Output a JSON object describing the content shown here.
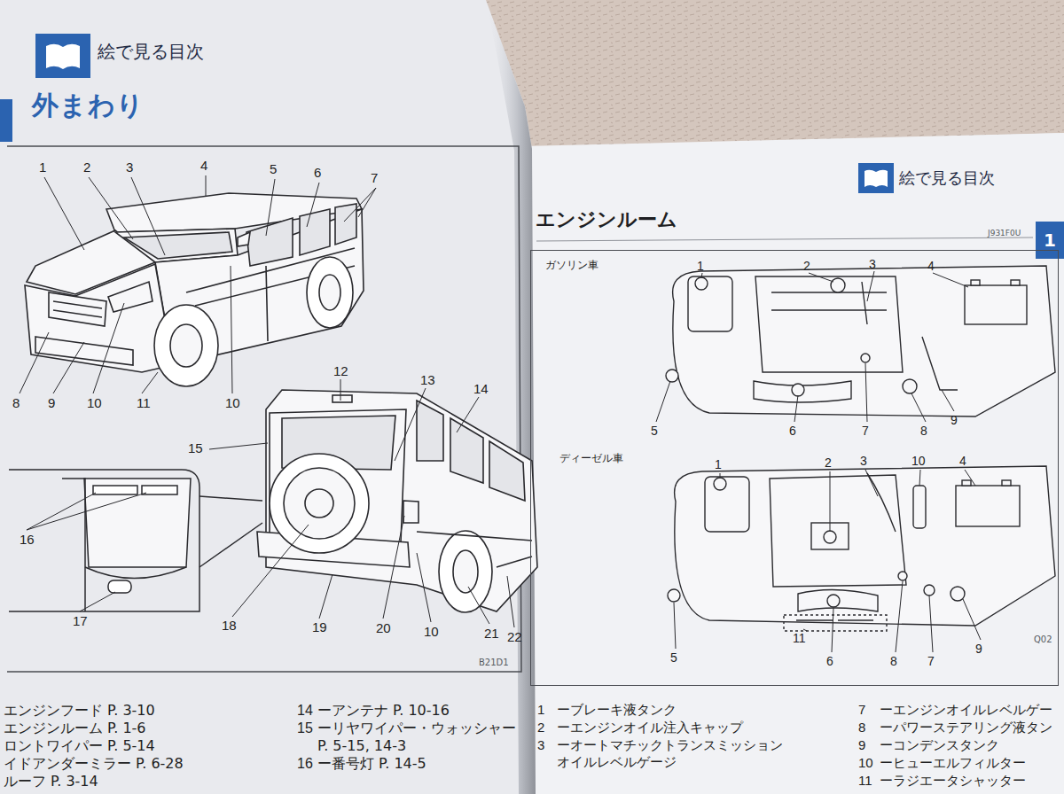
{
  "diagram": {
    "nodes": [
      {
        "text": [
          "1"
        ]
      },
      {
        "text": [
          "ガソリン車",
          "ディーゼル車"
        ]
      }
    ],
    "labels": [
      "絵で見る目次",
      "外まわり",
      "1",
      "2",
      "3",
      "4",
      "5",
      "6",
      "7",
      "8",
      "9",
      "10",
      "11",
      "10",
      "12",
      "13",
      "14",
      "15",
      "16",
      "17",
      "18",
      "19",
      "20",
      "10",
      "21",
      "22",
      "B21D1",
      "絵で見る目次",
      "エンジンルーム",
      "J931F0U",
      "1",
      "2",
      "3",
      "4",
      "5",
      "6",
      "7",
      "8",
      "9",
      "1",
      "2",
      "3",
      "10",
      "4",
      "5",
      "11",
      "6",
      "8",
      "7",
      "9",
      "Q02",
      "エンジンフード P. 3-10",
      "エンジンルーム P. 1-6",
      "ロントワイパー P. 5-14",
      "イドアンダーミラー P. 6-28",
      "ルーフ P. 3-14",
      "14",
      "ーアンテナ P. 10-16",
      "15",
      "ーリヤワイパー・ウォッシャー P. 5-15, 14-3",
      "16",
      "ー番号灯 P. 14-5",
      "1",
      "ーブレーキ液タンク",
      "2",
      "ーエンジンオイル注入キャップ",
      "3",
      "ーオートマチックトランスミッション オイルレベルゲージ",
      "7",
      "ーエンジンオイルレベルゲー",
      "8",
      "ーパワーステアリング液タン",
      "9",
      "ーコンデンスタンク",
      "10",
      "ーヒューエルフィルター",
      "11",
      "ーラジエータシャッター"
    ]
  }
}
